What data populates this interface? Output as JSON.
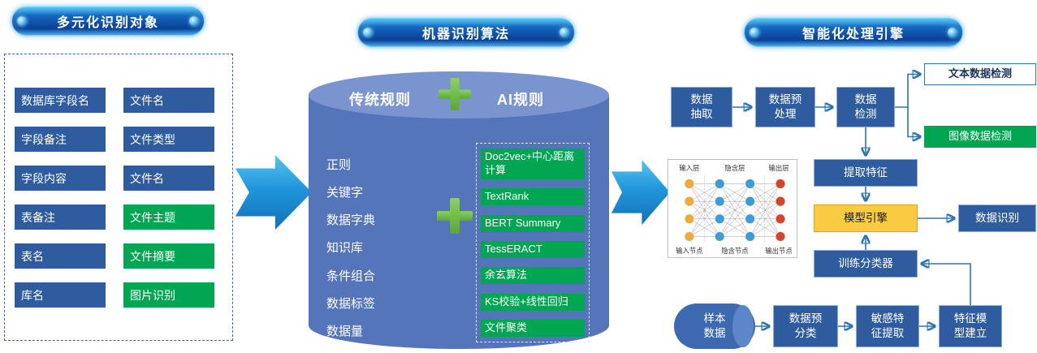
{
  "left": {
    "title": "多元化识别对象",
    "col1": [
      "数据库字段名",
      "字段备注",
      "字段内容",
      "表备注",
      "表名",
      "库名"
    ],
    "col2": [
      "文件名",
      "文件类型",
      "文件名",
      "文件主题",
      "文件摘要",
      "图片识别"
    ]
  },
  "middle": {
    "title": "机器识别算法",
    "traditional_header": "传统规则",
    "ai_header": "AI规则",
    "traditional_items": [
      "正则",
      "关键字",
      "数据字典",
      "知识库",
      "条件组合",
      "数据标签",
      "数据量"
    ],
    "ai_items": [
      "Doc2vec+中心距离计算",
      "TextRank",
      "BERT Summary",
      "TessERACT",
      "余玄算法",
      "KS校验+线性回归",
      "文件聚类"
    ]
  },
  "right": {
    "title": "智能化处理引擎",
    "flow": {
      "data_extraction": "数据抽取",
      "data_preprocessing": "数据预处理",
      "data_detection": "数据检测",
      "text_detection": "文本数据检测",
      "image_detection": "图像数据检测",
      "feature_extraction": "提取特征",
      "model_engine": "模型引擎",
      "data_recognition": "数据识别",
      "classifier_training": "训练分类器",
      "sample_data": "样本数据",
      "pre_classification": "数据预分类",
      "sensitive_feature_extraction": "敏感特征提取",
      "feature_model_building": "特征模型建立"
    },
    "network_labels": {
      "top": [
        "输入层",
        "隐含层",
        "输出层"
      ],
      "bottom": [
        "输入节点",
        "隐含节点",
        "输出节点"
      ]
    }
  },
  "colors": {
    "header_pill_blue": "#1263c0",
    "box_blue": "#2e5c9e",
    "box_green": "#00a651",
    "box_yellow": "#f9cb40",
    "cylinder_blue": "#5575bb",
    "big_arrow_blue": "#2196db",
    "connector_blue": "#2e75b6",
    "plus_green": "#6fbf44"
  }
}
